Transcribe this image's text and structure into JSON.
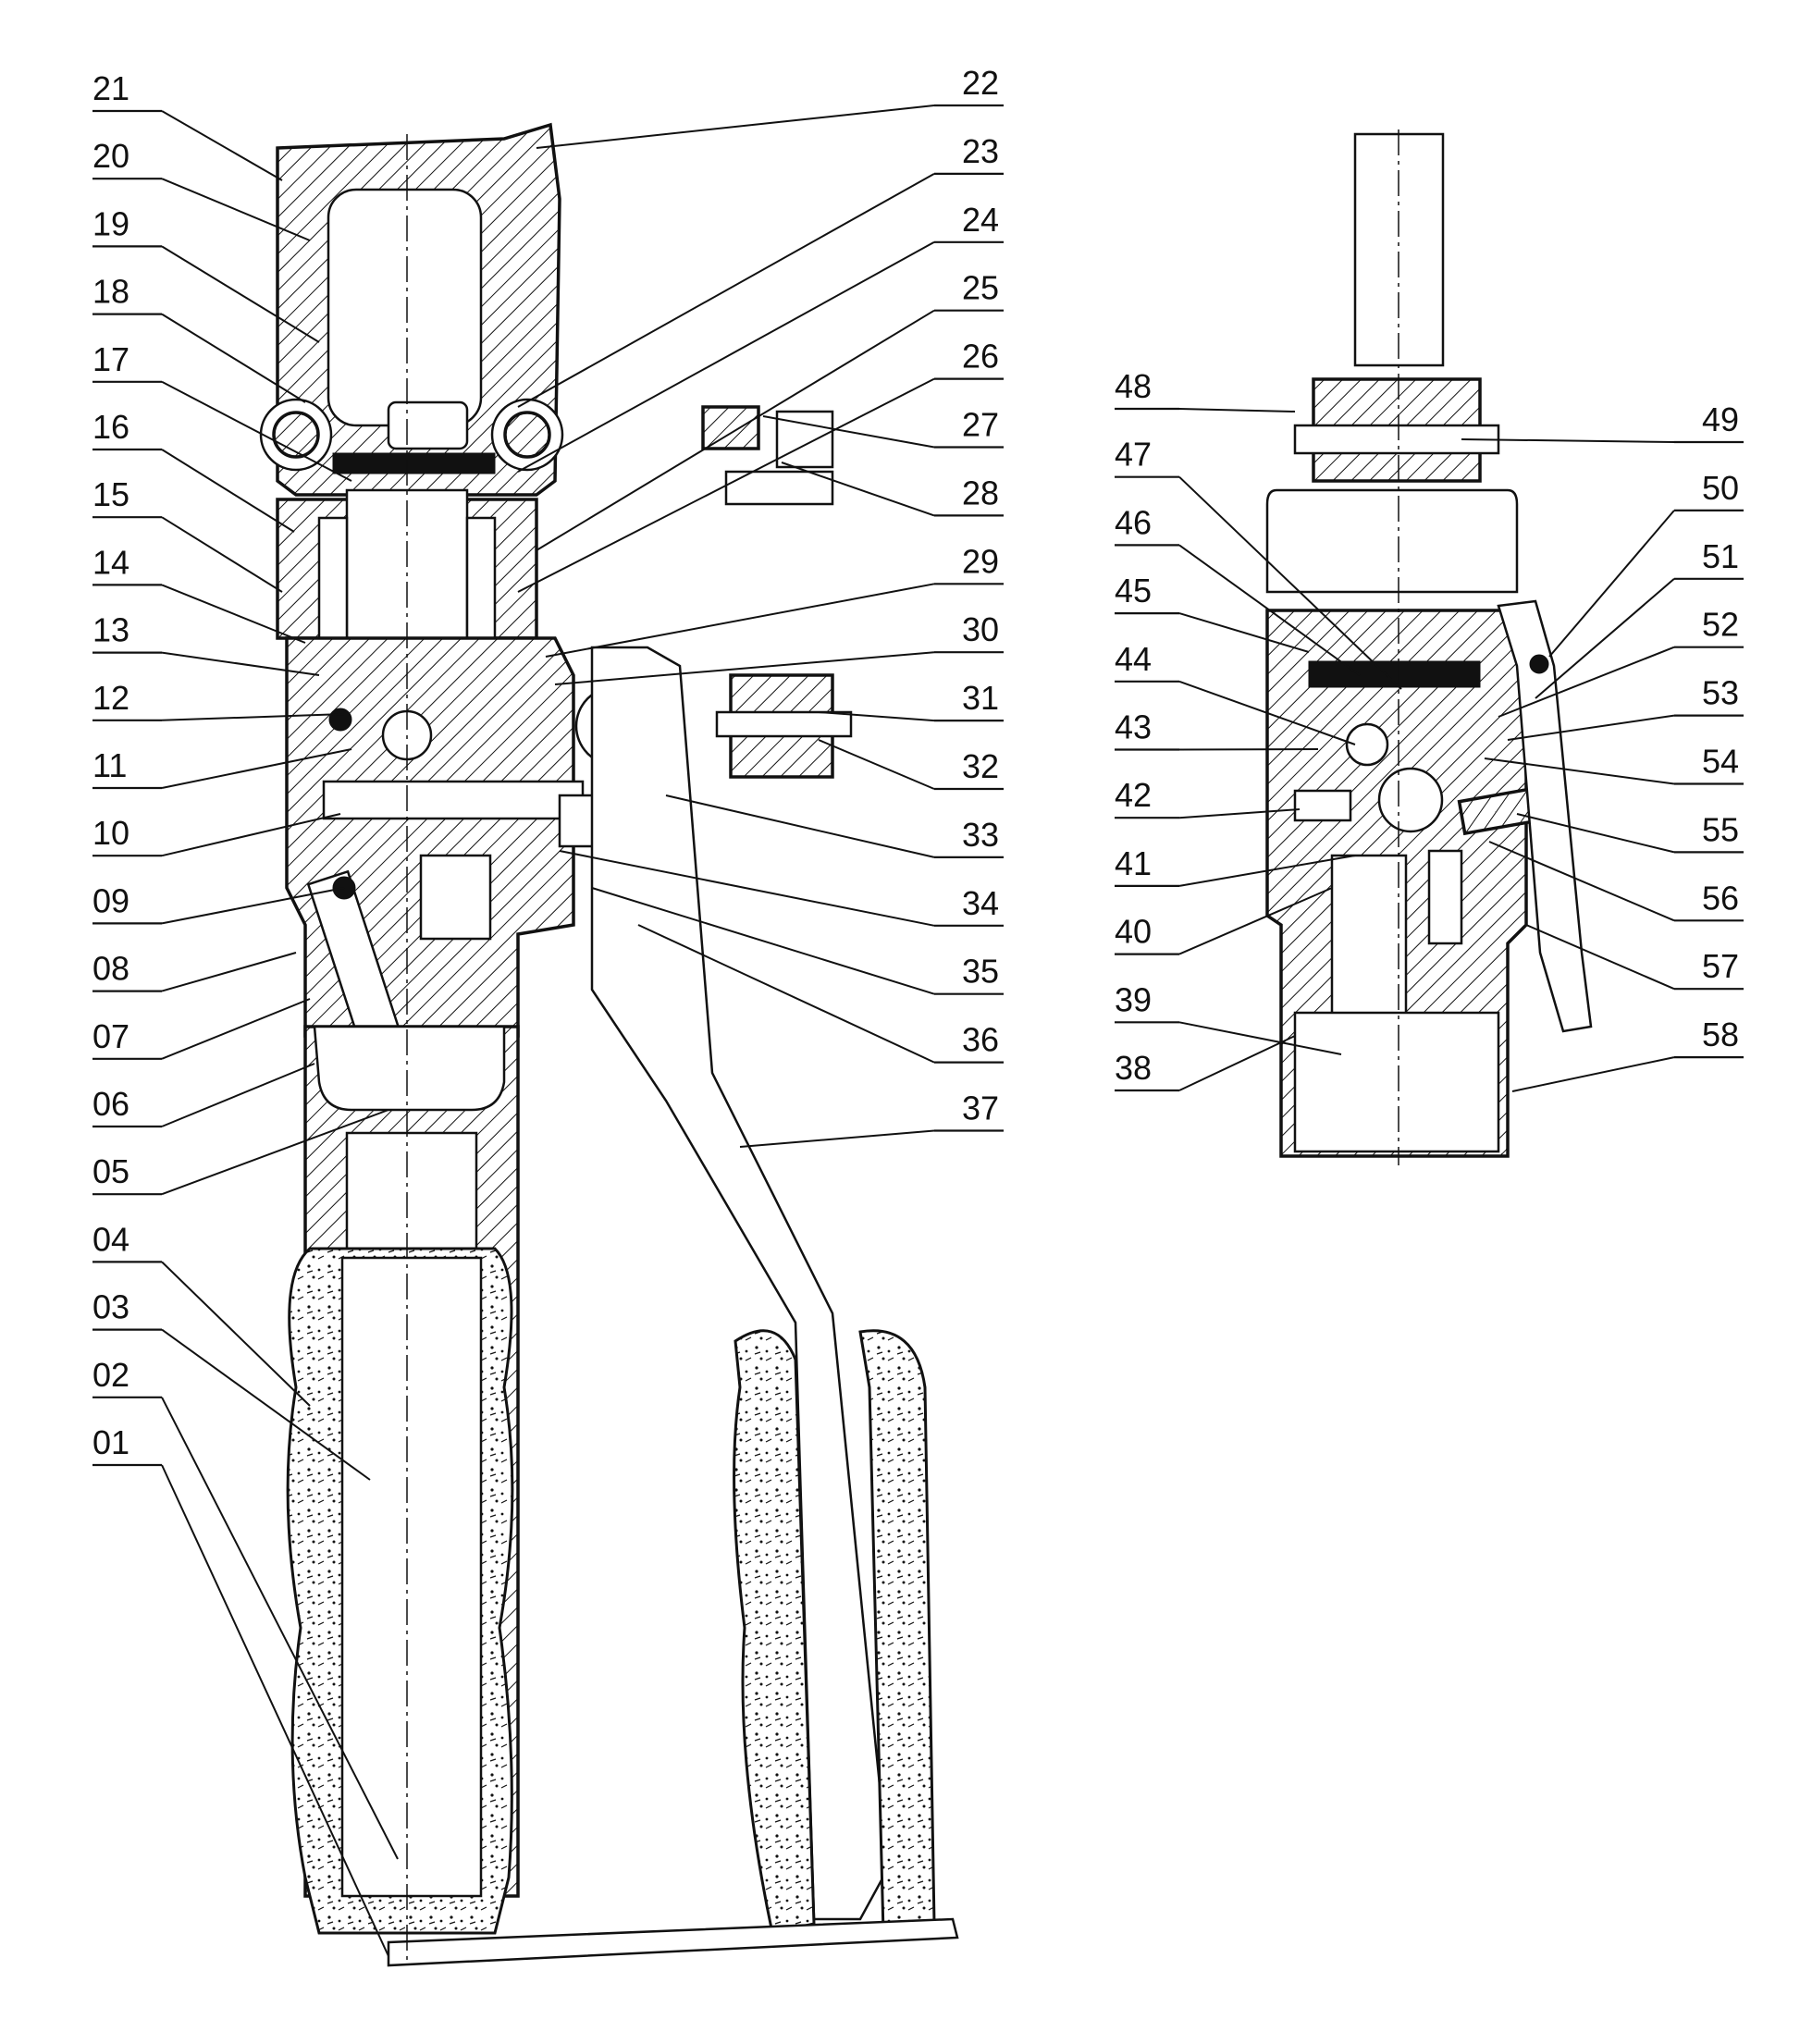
{
  "parts": {
    "left": [
      "21",
      "20",
      "19",
      "18",
      "17",
      "16",
      "15",
      "14",
      "13",
      "12",
      "11",
      "10",
      "09",
      "08",
      "07",
      "06",
      "05",
      "04",
      "03",
      "02",
      "01"
    ],
    "right": [
      "22",
      "23",
      "24",
      "25",
      "26",
      "27",
      "28",
      "29",
      "30",
      "31",
      "32",
      "33",
      "34",
      "35",
      "36",
      "37"
    ],
    "detail_left": [
      "48",
      "47",
      "46",
      "45",
      "44",
      "43",
      "42",
      "41",
      "40",
      "39",
      "38"
    ],
    "detail_right": [
      "49",
      "50",
      "51",
      "52",
      "53",
      "54",
      "55",
      "56",
      "57",
      "58"
    ]
  }
}
